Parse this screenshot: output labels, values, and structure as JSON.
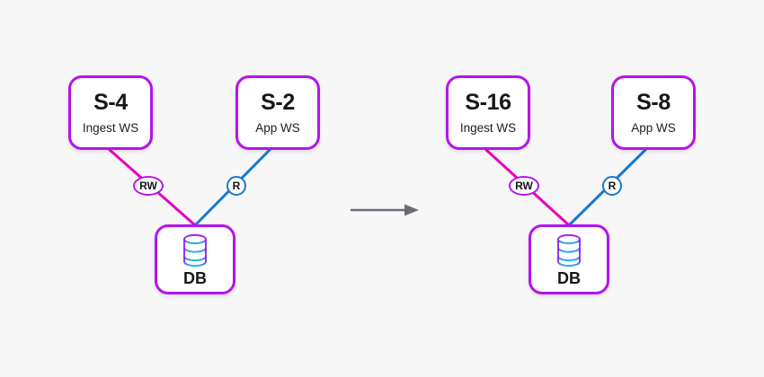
{
  "background_color": "#f7f7f8",
  "colors": {
    "node_border": "#b414ec",
    "rw_edge": "#e600c0",
    "r_edge": "#1878d0",
    "db_icon_top": "#a020f0",
    "db_icon_bottom": "#16b4e8",
    "arrow": "#6b6b7b",
    "text": "#17161a"
  },
  "diagram": {
    "before": {
      "nodes": [
        {
          "id": "ingest-ws",
          "title": "S-4",
          "subtitle": "Ingest WS"
        },
        {
          "id": "app-ws",
          "title": "S-2",
          "subtitle": "App WS"
        },
        {
          "id": "db",
          "title": "DB",
          "icon": "database-cylinder-icon"
        }
      ],
      "edges": [
        {
          "from": "ingest-ws",
          "to": "db",
          "badge": "RW",
          "color": "#e600c0"
        },
        {
          "from": "app-ws",
          "to": "db",
          "badge": "R",
          "color": "#1878d0"
        }
      ]
    },
    "after": {
      "nodes": [
        {
          "id": "ingest-ws",
          "title": "S-16",
          "subtitle": "Ingest WS"
        },
        {
          "id": "app-ws",
          "title": "S-8",
          "subtitle": "App WS"
        },
        {
          "id": "db",
          "title": "DB",
          "icon": "database-cylinder-icon"
        }
      ],
      "edges": [
        {
          "from": "ingest-ws",
          "to": "db",
          "badge": "RW",
          "color": "#e600c0"
        },
        {
          "from": "app-ws",
          "to": "db",
          "badge": "R",
          "color": "#1878d0"
        }
      ]
    },
    "transition": {
      "icon": "right-arrow-icon"
    }
  }
}
